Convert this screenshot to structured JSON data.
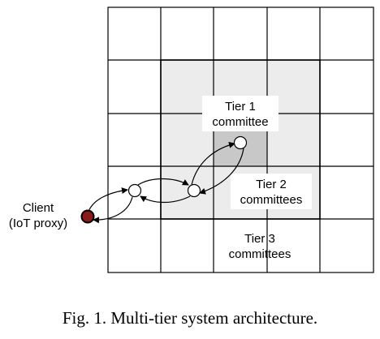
{
  "labels": {
    "tier1_line1": "Tier 1",
    "tier1_line2": "committee",
    "tier2_line1": "Tier 2",
    "tier2_line2": "committees",
    "tier3_line1": "Tier 3",
    "tier3_line2": "committees",
    "client_line1": "Client",
    "client_line2": "(IoT proxy)"
  },
  "caption": {
    "text": "Fig. 1.   Multi-tier system architecture."
  },
  "colors": {
    "tier1_fill": "#c8c8c8",
    "tier2_fill": "#ececec",
    "tier3_fill": "#ffffff",
    "grid_line": "#000000",
    "client_node": "#8b1a1a",
    "committee_node": "#ffffff"
  }
}
